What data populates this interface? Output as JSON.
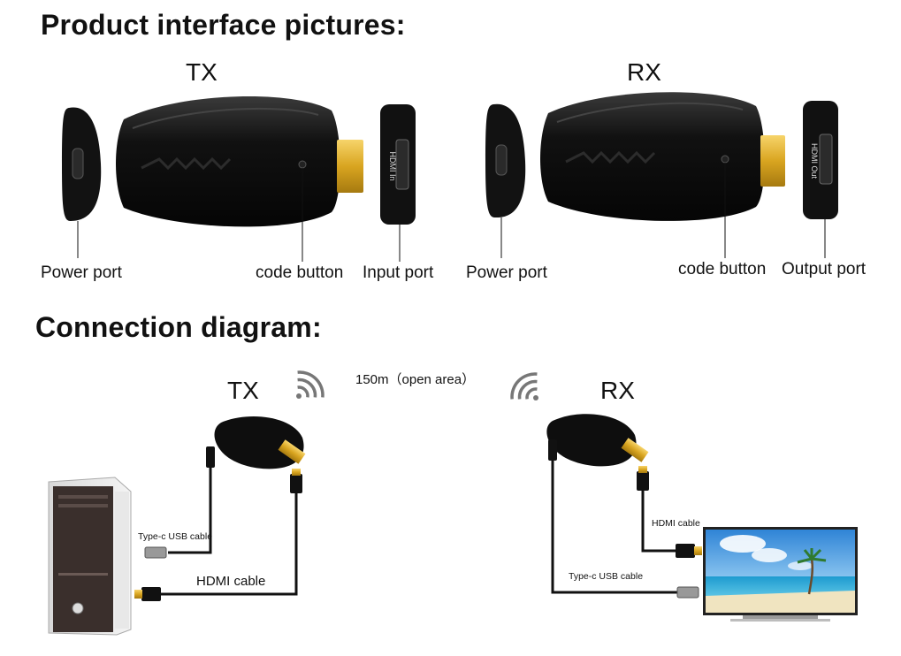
{
  "section_product": {
    "heading": "Product interface pictures:",
    "tx": {
      "title": "TX",
      "power_port": "Power port",
      "code_button": "code button",
      "input_port": "Input port",
      "port_text": "HDMI In"
    },
    "rx": {
      "title": "RX",
      "power_port": "Power port",
      "code_button": "code button",
      "output_port": "Output port",
      "port_text": "HDMI Out"
    }
  },
  "section_connection": {
    "heading": "Connection diagram:",
    "tx_title": "TX",
    "rx_title": "RX",
    "range": "150m（open area）",
    "tx_usb_cable": "Type-c USB cable",
    "tx_hdmi_cable": "HDMI cable",
    "rx_hdmi_cable": "HDMI cable",
    "rx_usb_cable": "Type-c USB cable"
  },
  "colors": {
    "device_black": "#0e0e0e",
    "hdmi_gold": "#d9a520",
    "sky": "#4a9fe0",
    "sea": "#1d8fc7",
    "sand": "#f0e4c0"
  },
  "icons": [
    "wifi-icon-tx",
    "wifi-icon-rx"
  ]
}
